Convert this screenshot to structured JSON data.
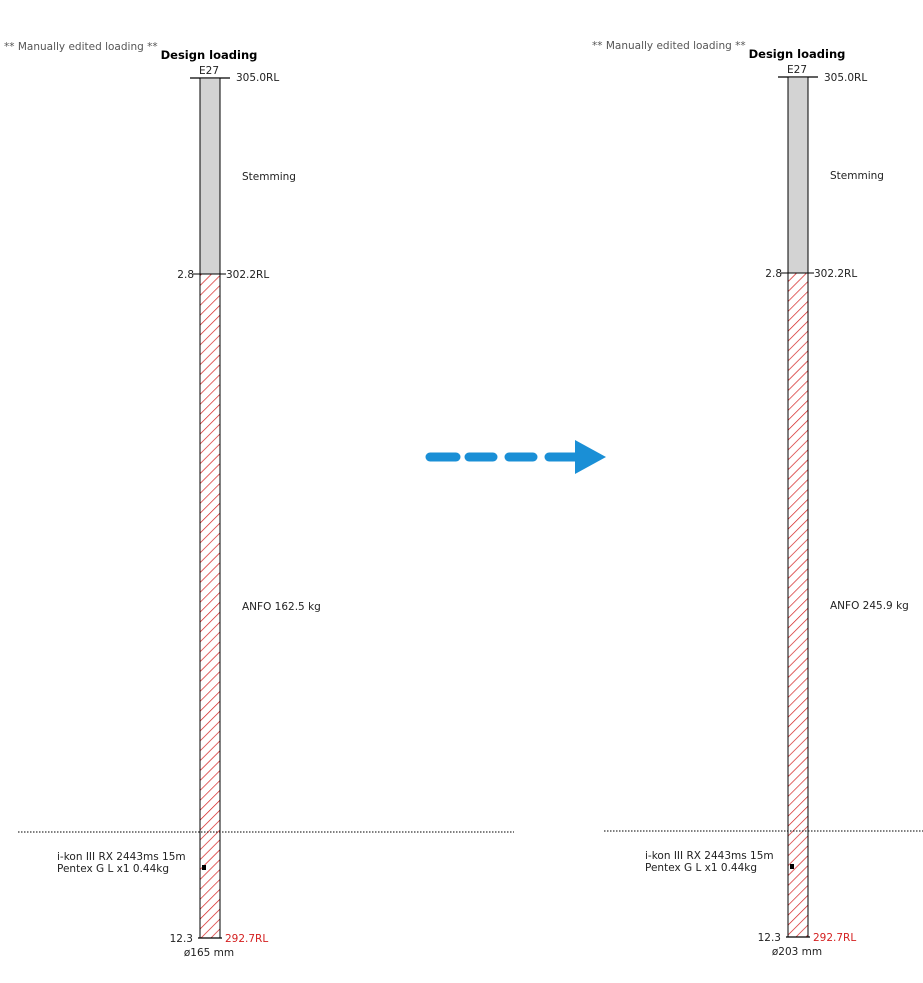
{
  "holes": [
    {
      "note": "** Manually edited loading **",
      "title": "Design loading",
      "hole_id": "E27",
      "collar_rl": "305.0RL",
      "stemming_label": "Stemming",
      "stemming_depth": "2.8",
      "stemming_rl": "302.2RL",
      "explosive_label": "ANFO  162.5 kg",
      "primer_line1": "i-kon III RX 2443ms 15m",
      "primer_line2": "Pentex G L x1 0.44kg",
      "toe_depth": "12.3",
      "toe_rl": "292.7RL",
      "diameter": "ø165 mm",
      "depths": {
        "total": 12.3,
        "stemming": 2.8,
        "primer": 11.0
      }
    },
    {
      "note": "** Manually edited loading **",
      "title": "Design loading",
      "hole_id": "E27",
      "collar_rl": "305.0RL",
      "stemming_label": "Stemming",
      "stemming_depth": "2.8",
      "stemming_rl": "302.2RL",
      "explosive_label": "ANFO  245.9 kg",
      "primer_line1": "i-kon III RX 2443ms 15m",
      "primer_line2": "Pentex G L x1 0.44kg",
      "toe_depth": "12.3",
      "toe_rl": "292.7RL",
      "diameter": "ø203 mm",
      "depths": {
        "total": 12.3,
        "stemming": 2.8,
        "primer": 11.0
      }
    }
  ],
  "colors": {
    "stemming_fill": "#d3d3d3",
    "hatch": "#d42020",
    "arrow": "#1a8fd6",
    "toe_rl": "#d42020"
  },
  "arrow_icon": "dashed-right-arrow-icon"
}
